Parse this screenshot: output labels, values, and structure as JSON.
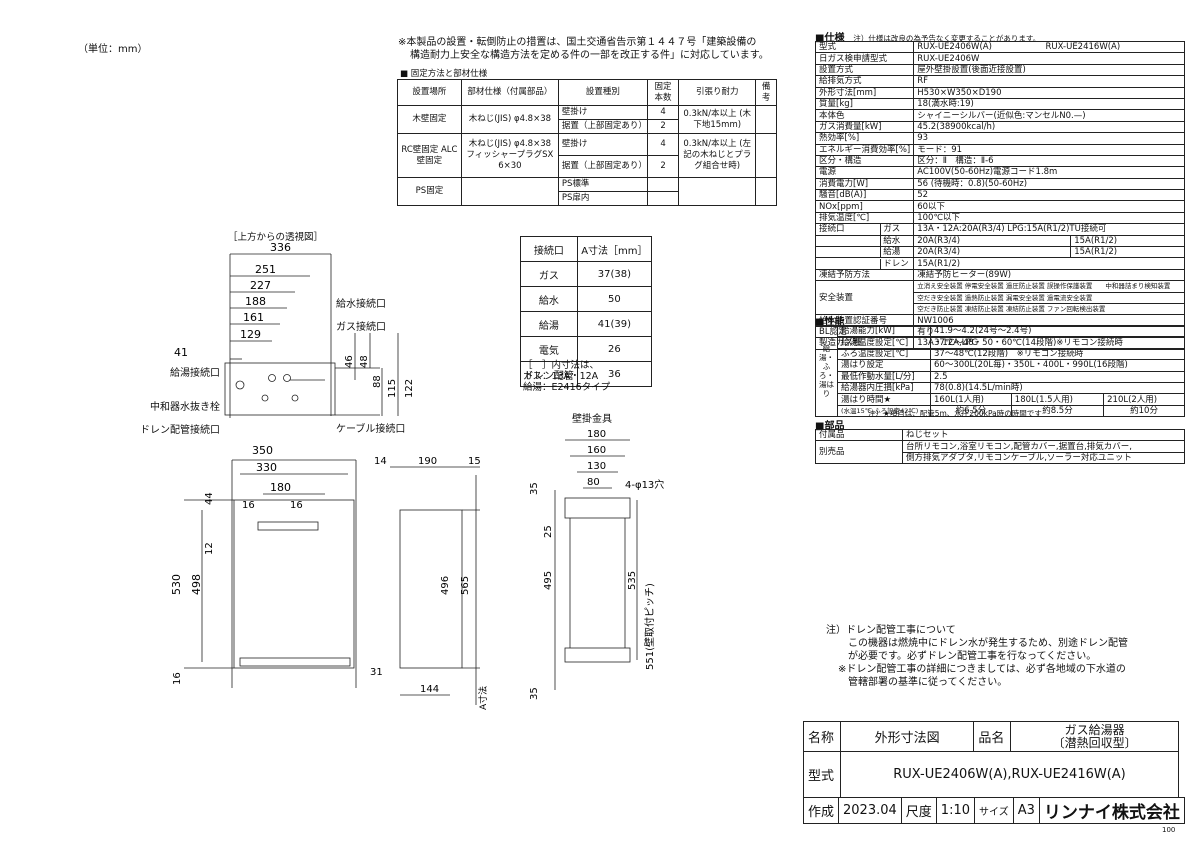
{
  "unit_note": "（単位：mm）",
  "notice": [
    "※本製品の設置・転倒防止の措置は、国土交通省告示第１４４７号「建築設備の",
    "構造耐力上安全な構造方法を定める件の一部を改正する件」に対応しています。"
  ],
  "fix_table": {
    "title": "■ 固定方法と部材仕様",
    "headers": [
      "設置場所",
      "部材仕様（付属部品）",
      "設置種別",
      "固定本数",
      "引張り耐力",
      "備考"
    ],
    "rows": [
      {
        "place": "木壁固定",
        "part": "木ねじ(JIS) φ4.8×38",
        "types": [
          "壁掛け",
          "据置（上部固定あり）"
        ],
        "counts": [
          "4",
          "2"
        ],
        "strength": "0.3kN/本以上 (木下地15mm)"
      },
      {
        "place": "RC壁固定 ALC壁固定",
        "part": "木ねじ(JIS) φ4.8×38 フィッシャープラグSX 6×30",
        "types": [
          "壁掛け",
          "据置（上部固定あり）"
        ],
        "counts": [
          "4",
          "2"
        ],
        "strength": "0.3kN/本以上 (左記の木ねじとプラグ組合せ時)"
      },
      {
        "place": "PS固定",
        "part": "",
        "types": [
          "PS標準",
          "PS扉内"
        ],
        "counts": [
          "",
          ""
        ],
        "strength": ""
      }
    ]
  },
  "top_view": {
    "title": "［上方からの透視図］",
    "dims": [
      "336",
      "251",
      "227",
      "188",
      "161",
      "129",
      "41",
      "46",
      "48",
      "88",
      "115",
      "122"
    ],
    "labels": [
      "給水接続口",
      "ガス接続口",
      "給湯接続口",
      "中和器水抜き栓",
      "ドレン配管接続口",
      "ケーブル接続口"
    ]
  },
  "conn_table": {
    "headers": [
      "接続口",
      "A寸法［mm］"
    ],
    "rows": [
      [
        "ガス",
        "37(38)"
      ],
      [
        "給水",
        "50"
      ],
      [
        "給湯",
        "41(39)"
      ],
      [
        "電気",
        "26"
      ],
      [
        "ドレン配管",
        "36"
      ]
    ],
    "note": [
      "［　］内寸法は、",
      "ガス：13A・12A",
      "給湯：E2416タイプ"
    ]
  },
  "front_view": {
    "dims": [
      "350",
      "330",
      "180",
      "16",
      "16",
      "44",
      "12",
      "530",
      "498",
      "16"
    ]
  },
  "side_view": {
    "dims": [
      "14",
      "190",
      "15",
      "496",
      "565",
      "31",
      "144",
      "A寸法"
    ]
  },
  "bracket": {
    "title": "壁掛金具",
    "dims": [
      "180",
      "160",
      "130",
      "80",
      "4-φ13穴",
      "35",
      "25",
      "495",
      "535",
      "551(壁取付ピッチ)",
      "35"
    ]
  },
  "spec": {
    "title": "■仕様",
    "title_note": "注）仕様は改良の為予告なく変更することがあります。",
    "rows": [
      [
        "型式",
        "RUX-UE2406W(A)",
        "RUX-UE2416W(A)"
      ],
      [
        "日ガス検申請型式",
        "RUX-UE2406W",
        ""
      ],
      [
        "設置方式",
        "屋外壁掛設置(後面近接設置)",
        ""
      ],
      [
        "給排気方式",
        "RF",
        ""
      ],
      [
        "外形寸法[mm]",
        "H530×W350×D190",
        ""
      ],
      [
        "質量[kg]",
        "18(満水時:19)",
        ""
      ],
      [
        "本体色",
        "シャイニーシルバー(近似色:マンセルN0.—)",
        ""
      ],
      [
        "ガス消費量[kW]",
        "45.2(38900kcal/h)",
        ""
      ],
      [
        "熱効率[%]",
        "93",
        ""
      ],
      [
        "エネルギー消費効率[%]",
        "モード：91",
        ""
      ],
      [
        "区分・構造",
        "区分：Ⅱ　構造：Ⅱ-6",
        ""
      ],
      [
        "電源",
        "AC100V(50-60Hz)電源コード1.8m",
        ""
      ],
      [
        "消費電力[W]",
        "56 (待機時：0.8)(50-60Hz)",
        ""
      ],
      [
        "騒音[dB(A)]",
        "52",
        ""
      ],
      [
        "NOx[ppm]",
        "60以下",
        ""
      ],
      [
        "排気温度[℃]",
        "100℃以下",
        ""
      ]
    ],
    "connections_label": "接続口",
    "connections": [
      [
        "ガス",
        "13A・12A:20A(R3/4) LPG:15A(R1/2)TU接続可",
        ""
      ],
      [
        "給水",
        "20A(R3/4)",
        "15A(R1/2)"
      ],
      [
        "給湯",
        "20A(R3/4)",
        "15A(R1/2)"
      ],
      [
        "ドレン",
        "15A(R1/2)",
        ""
      ]
    ],
    "freeze": [
      "凍結予防方法",
      "凍結予防ヒーター(89W)"
    ],
    "safety_label": "安全装置",
    "safety": [
      "立消え安全装置 停電安全装置 過圧防止装置 誤操作保護装置　　中和器詰まり検知装置",
      "空だき安全装置 過熱防止装置 漏電安全装置 過電流安全装置",
      "空だき防止装置 凍結防止装置 凍結防止装置 ファン回転検出装置"
    ],
    "tail": [
      [
        "給水装置認証番号",
        "NW1006"
      ],
      [
        "BL認定",
        "有り"
      ],
      [
        "製造ガス種",
        "13A・12A,LPG"
      ]
    ]
  },
  "perf": {
    "title": "■性能",
    "side_label": "給湯・ふろ・湯はり",
    "rows": [
      [
        "給湯能力[kW]",
        "41.9〜4.2(24号〜2.4号)"
      ],
      [
        "給湯温度設定[℃]",
        "37℃〜48・50・60℃(14段階)※リモコン接続時"
      ],
      [
        "ふろ温度設定[℃]",
        "37〜48℃(12段階)　※リモコン接続時"
      ],
      [
        "湯はり設定",
        "60〜300L(20L毎)・350L・400L・990L(16段階)"
      ],
      [
        "最低作動水量[L/分]",
        "2.5"
      ],
      [
        "給湯器内圧損[kPa]",
        "78(0.8)(14.5L/min時)"
      ]
    ],
    "fill_label": [
      "湯はり時間★",
      "(水温15℃,ふろ設定42℃)"
    ],
    "fill_cols": [
      "160L(1人用)",
      "180L(1.5人用)",
      "210L(2人用)"
    ],
    "fill_vals": [
      "約6.5分",
      "約8.5分",
      "約10分"
    ],
    "note": "注）★項目は、配管5m、水圧200kPa時の時間です"
  },
  "parts": {
    "title": "■部品",
    "rows": [
      [
        "付属品",
        "ねじセット"
      ],
      [
        "別売品",
        "台所リモコン,浴室リモコン,配管カバー,据置台,排気カバー,"
      ],
      [
        "",
        "側方排気アダプタ,リモコンケーブル,ソーラー対応ユニット"
      ]
    ]
  },
  "drain_note": [
    "注）ドレン配管工事について",
    "この機器は燃焼中にドレン水が発生するため、別途ドレン配管",
    "が必要です。必ずドレン配管工事を行なってください。",
    "※ドレン配管工事の詳細につきましては、必ず各地域の下水道の",
    "管轄部署の基準に従ってください。"
  ],
  "title_block": {
    "name_label": "名称",
    "name": "外形寸法図",
    "item_label": "品名",
    "item": [
      "ガス給湯器",
      "〔潜熱回収型〕"
    ],
    "model_label": "型式",
    "model": "RUX-UE2406W(A),RUX-UE2416W(A)",
    "made_label": "作成",
    "date": "2023.04",
    "scale_label": "尺度",
    "scale": "1:10",
    "size_label": "サイズ",
    "size": "A3",
    "company": "リンナイ株式会社"
  },
  "page_no": "100"
}
